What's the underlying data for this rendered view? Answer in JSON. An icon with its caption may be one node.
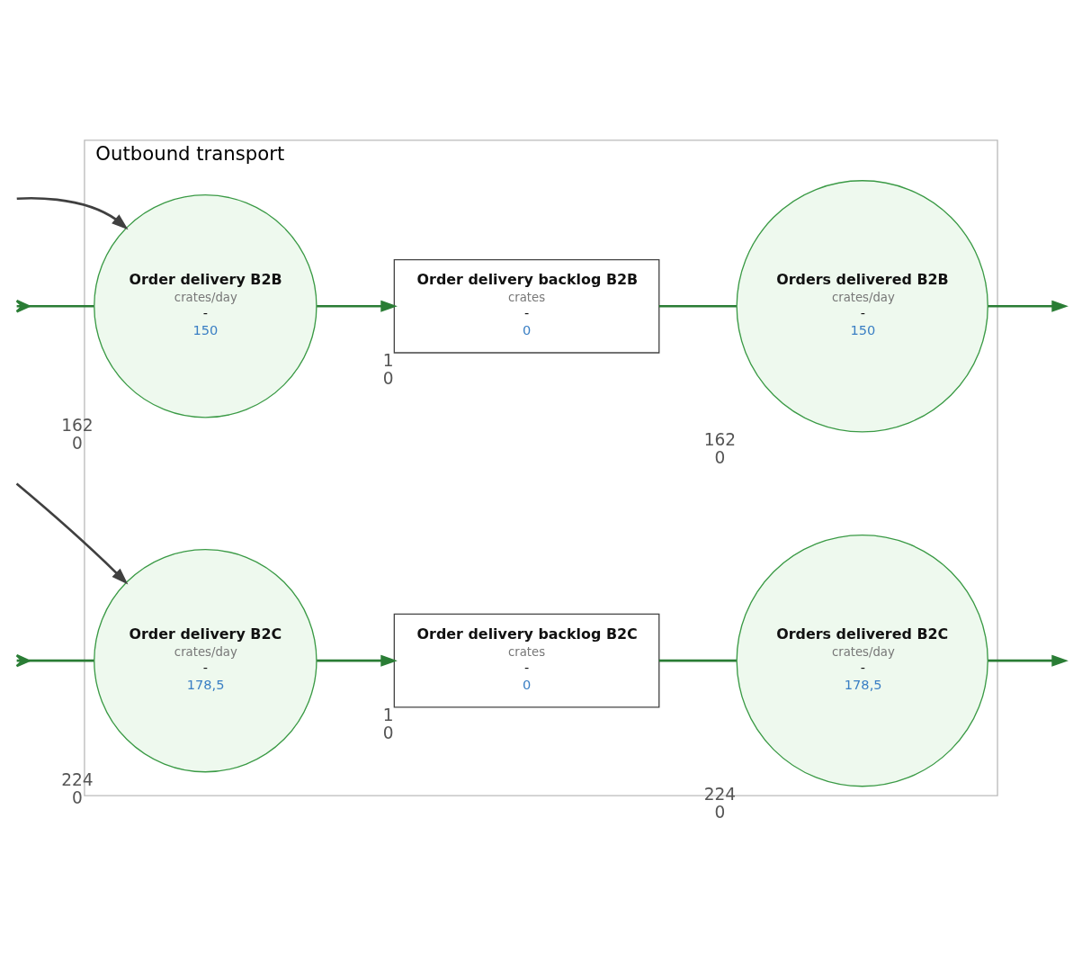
{
  "diagram": {
    "nodes": [
      {
        "text": [
          "Outbound transport"
        ]
      },
      {
        "text": [
          "Order delivery B2B",
          "crates/day",
          "-",
          "150"
        ],
        "in": 0,
        "beside": [
          "162",
          "0"
        ]
      },
      {
        "text": [
          "Order delivery backlog B2B",
          "crates",
          "-",
          "0"
        ],
        "in": 0,
        "beside": [
          "1",
          "0"
        ]
      },
      {
        "text": [
          "Orders delivered B2B",
          "crates/day",
          "-",
          "150"
        ],
        "in": 0,
        "beside": [
          "162",
          "0"
        ]
      },
      {
        "text": [
          "Order delivery B2C",
          "crates/day",
          "-",
          "178,5"
        ],
        "in": 0,
        "beside": [
          "224",
          "0"
        ]
      },
      {
        "text": [
          "Order delivery backlog B2C",
          "crates",
          "-",
          "0"
        ],
        "in": 0,
        "beside": [
          "1",
          "0"
        ]
      },
      {
        "text": [
          "Orders delivered B2C",
          "crates/day",
          "-",
          "178,5"
        ],
        "in": 0,
        "beside": [
          "224",
          "0"
        ]
      }
    ],
    "edges": [
      {
        "from": null,
        "to": 1,
        "arrow": "to",
        "color": "#404040"
      },
      {
        "from": null,
        "to": 1,
        "arrow": "other"
      },
      {
        "from": 1,
        "to": 2,
        "arrow": "to"
      },
      {
        "from": 2,
        "to": 3,
        "arrow": "none"
      },
      {
        "from": 3,
        "to": null,
        "arrow": "to"
      },
      {
        "from": null,
        "to": 4,
        "arrow": "to",
        "color": "#404040"
      },
      {
        "from": null,
        "to": 4,
        "arrow": "other"
      },
      {
        "from": 4,
        "to": 5,
        "arrow": "to"
      },
      {
        "from": 5,
        "to": 6,
        "arrow": "none"
      },
      {
        "from": 6,
        "to": null,
        "arrow": "to"
      }
    ]
  }
}
